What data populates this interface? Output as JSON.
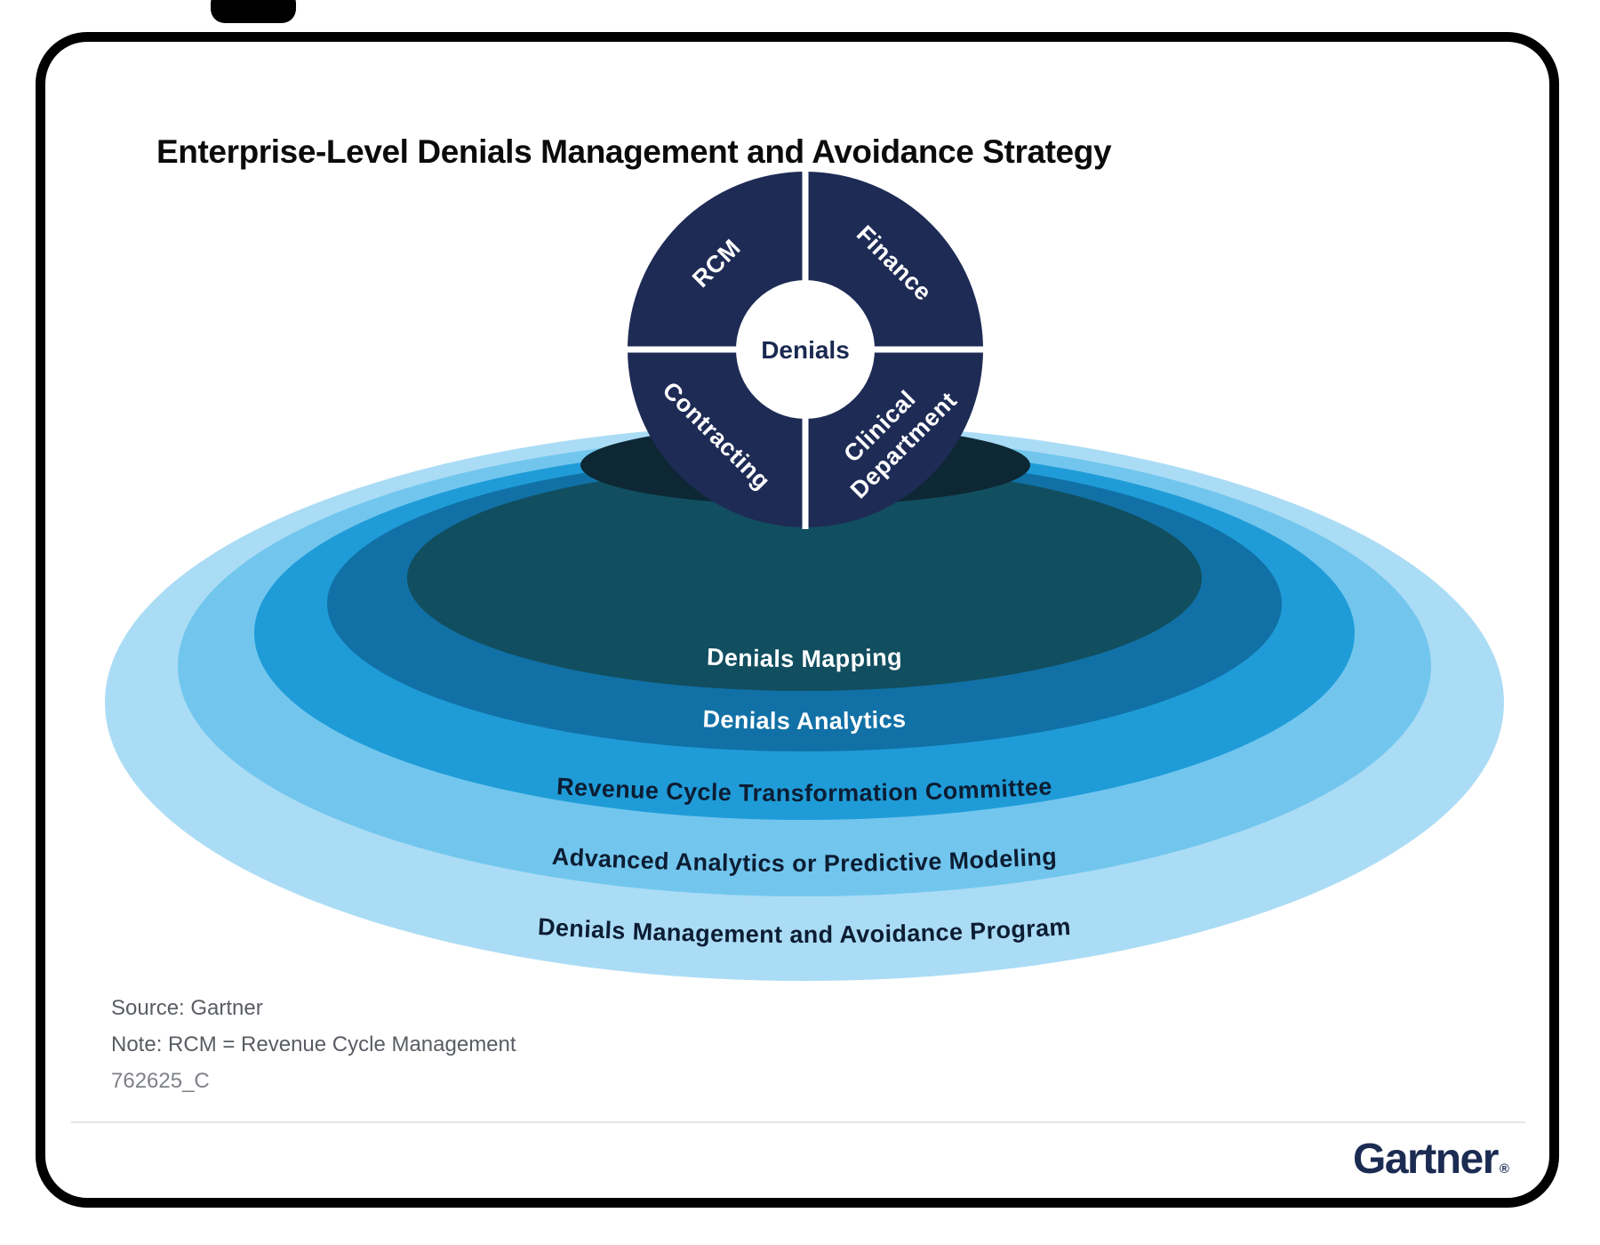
{
  "page": {
    "title": "Enterprise-Level Denials Management and Avoidance Strategy"
  },
  "donut": {
    "center_label": "Denials",
    "center_label_color": "#1a2950",
    "color": "#1e2b55",
    "segments": [
      {
        "line1": "RCM"
      },
      {
        "line1": "Finance"
      },
      {
        "line1": "Contracting"
      },
      {
        "line1": "Clinical",
        "line2": "Department"
      }
    ]
  },
  "shadow_color": "#0d2834",
  "rings": [
    {
      "label": "Denials Mapping",
      "color": "#114e60",
      "text_color": "#ffffff"
    },
    {
      "label": "Denials Analytics",
      "color": "#1171a6",
      "text_color": "#ffffff"
    },
    {
      "label": "Revenue Cycle Transformation Committee",
      "color": "#1f9cd8",
      "text_color": "#0c1d33"
    },
    {
      "label": "Advanced Analytics or Predictive Modeling",
      "color": "#72c6ee",
      "text_color": "#0c1d33"
    },
    {
      "label": "Denials Management and Avoidance Program",
      "color": "#abdcf5",
      "text_color": "#0c1d33"
    }
  ],
  "footer": {
    "source": "Source: Gartner",
    "note": "Note: RCM = Revenue Cycle Management",
    "doc_id": "762625_C",
    "logo": "Gartner",
    "logo_reg": "®",
    "logo_color": "#1b2b52"
  }
}
